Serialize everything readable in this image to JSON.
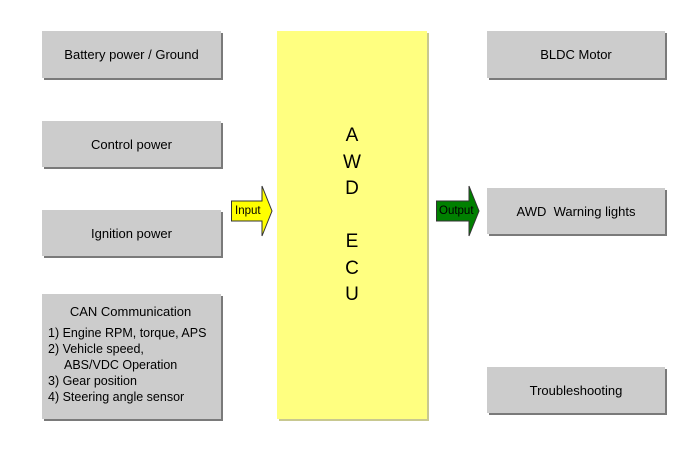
{
  "diagram": {
    "title": "AWD ECU",
    "ecu_letters": [
      "A",
      "W",
      "D",
      "",
      "E",
      "C",
      "U"
    ],
    "inputs": [
      {
        "label": "Battery power / Ground"
      },
      {
        "label": "Control power"
      },
      {
        "label": "Ignition power"
      },
      {
        "label": "CAN  Communication",
        "items": [
          "1) Engine RPM, torque, APS",
          "2) Vehicle speed,",
          "ABS/VDC Operation",
          "3) Gear position",
          "4) Steering angle sensor"
        ]
      }
    ],
    "input_arrow": {
      "label": "Input",
      "color": "#ffff00"
    },
    "output_arrow": {
      "label": "Output",
      "color": "#008000"
    },
    "outputs": [
      {
        "label": "BLDC Motor"
      },
      {
        "label": "AWD  Warning lights"
      },
      {
        "label": "Troubleshooting"
      }
    ],
    "colors": {
      "box_fill": "#cccccc",
      "ecu_fill": "#ffff80"
    }
  }
}
